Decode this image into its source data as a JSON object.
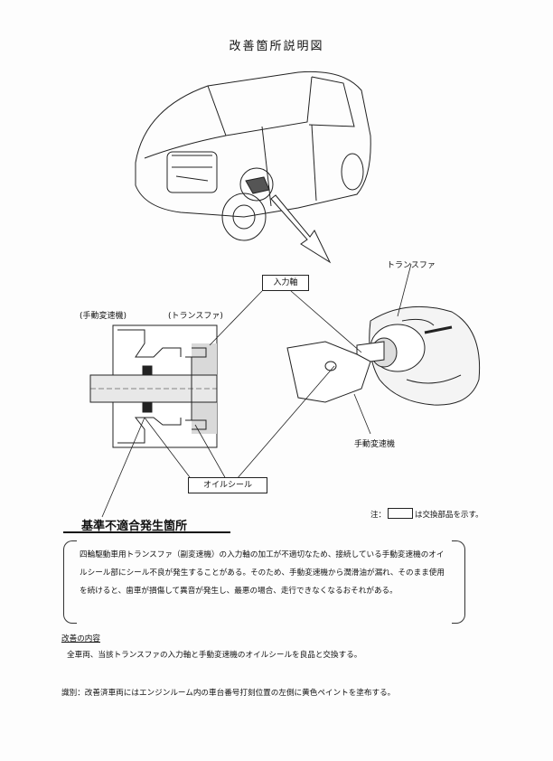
{
  "page_title": "改善箇所説明図",
  "labels": {
    "transfer_right": "トランスファ",
    "input_shaft": "入力軸",
    "manual_trans_left": "(手動変速機)",
    "transfer_left": "(トランスファ)",
    "manual_trans_right": "手動変速機",
    "oil_seal": "オイルシール"
  },
  "note": {
    "prefix": "注：",
    "suffix": "は交換部品を示す。"
  },
  "highlight_title": "基準不適合発生箇所",
  "description": "四輪駆動車用トランスファ（副変速機）の入力軸の加工が不適切なため、接続している手動変速機のオイルシール部にシール不良が発生することがある。そのため、手動変速機から潤滑油が漏れ、そのまま使用を続けると、歯車が損傷して異音が発生し、最悪の場合、走行できなくなるおそれがある。",
  "improvement": {
    "heading": "改善の内容",
    "body": "全車両、当該トランスファの入力軸と手動変速機のオイルシールを良品と交換する。"
  },
  "identification": "識別：改善済車両にはエンジンルーム内の車台番号打刻位置の左側に黄色ペイントを塗布する。"
}
